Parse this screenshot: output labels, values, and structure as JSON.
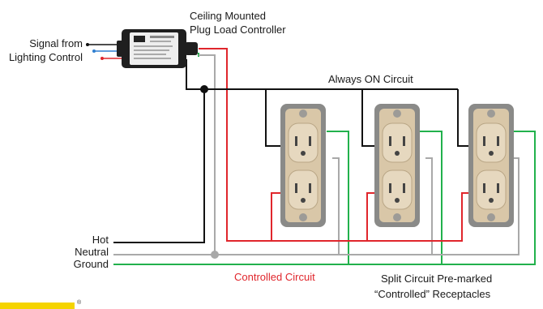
{
  "labels": {
    "controller_line1": "Ceiling Mounted",
    "controller_line2": "Plug Load Controller",
    "signal_line1": "Signal from",
    "signal_line2": "Lighting Control",
    "always_on": "Always ON Circuit",
    "hot": "Hot",
    "neutral": "Neutral",
    "ground": "Ground",
    "controlled_circuit": "Controlled Circuit",
    "split_line1": "Split Circuit Pre-marked",
    "split_line2": "“Controlled” Receptacles",
    "registered": "®"
  },
  "colors": {
    "hot_wire": "#111111",
    "neutral_wire": "#a9a9a9",
    "ground_wire": "#22b14c",
    "controlled_wire": "#e0262c",
    "signal_blue": "#2f7fd0",
    "receptacle": "#d9c7a8",
    "plate": "#8a8a88",
    "brand_bar": "#f5d400"
  },
  "receptacles": [
    {
      "name": "receptacle-1"
    },
    {
      "name": "receptacle-2"
    },
    {
      "name": "receptacle-3"
    }
  ]
}
